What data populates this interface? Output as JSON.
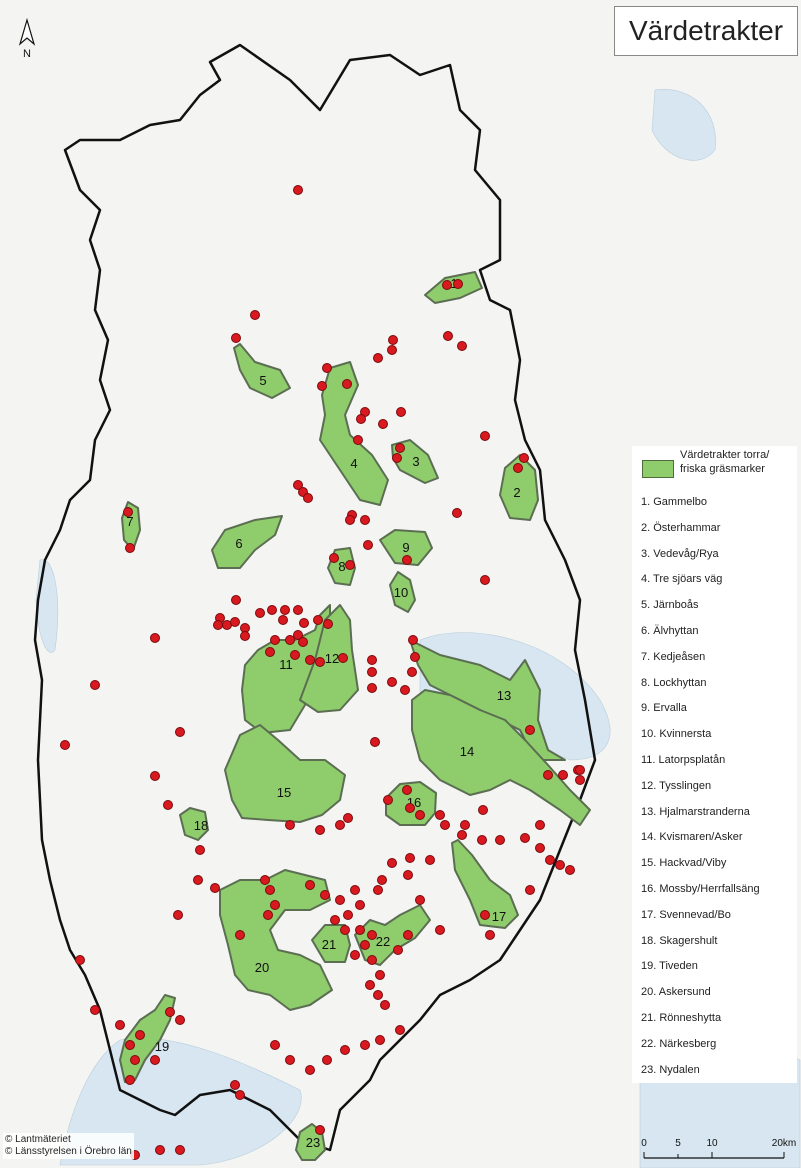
{
  "title": "Värdetrakter",
  "north_label": "N",
  "legend": {
    "swatch_label": "Värdetrakter torra/ friska gräsmarker",
    "items": [
      "1. Gammelbo",
      "2. Österhammar",
      "3. Vedevåg/Rya",
      "4. Tre sjöars väg",
      "5. Järnboås",
      "6. Älvhyttan",
      "7. Kedjeåsen",
      "8. Lockhyttan",
      "9. Ervalla",
      "10. Kvinnersta",
      "11. Latorpsplatån",
      "12. Tysslingen",
      "13. Hjalmarstranderna",
      "14. Kvismaren/Asker",
      "15. Hackvad/Viby",
      "16. Mossby/Herrfallsäng",
      "17. Svennevad/Bo",
      "18. Skagershult",
      "19. Tiveden",
      "20. Askersund",
      "21. Rönneshytta",
      "22. Närkesberg",
      "23. Nydalen"
    ]
  },
  "area_numbers": [
    "1",
    "2",
    "3",
    "4",
    "5",
    "6",
    "7",
    "8",
    "9",
    "10",
    "11",
    "12",
    "13",
    "14",
    "15",
    "16",
    "17",
    "18",
    "19",
    "20",
    "21",
    "22",
    "23"
  ],
  "scale_bar": {
    "labels": [
      "0",
      "5",
      "10",
      "20km"
    ]
  },
  "credits": [
    "© Lantmäteriet",
    "© Länsstyrelsen i Örebro län"
  ],
  "colors": {
    "area_fill": "#8fcc6b",
    "area_stroke": "#5b6e52",
    "point_fill": "#d8191f",
    "border": "#111111",
    "water": "#d7e6f0",
    "land": "#f4f4f2"
  }
}
